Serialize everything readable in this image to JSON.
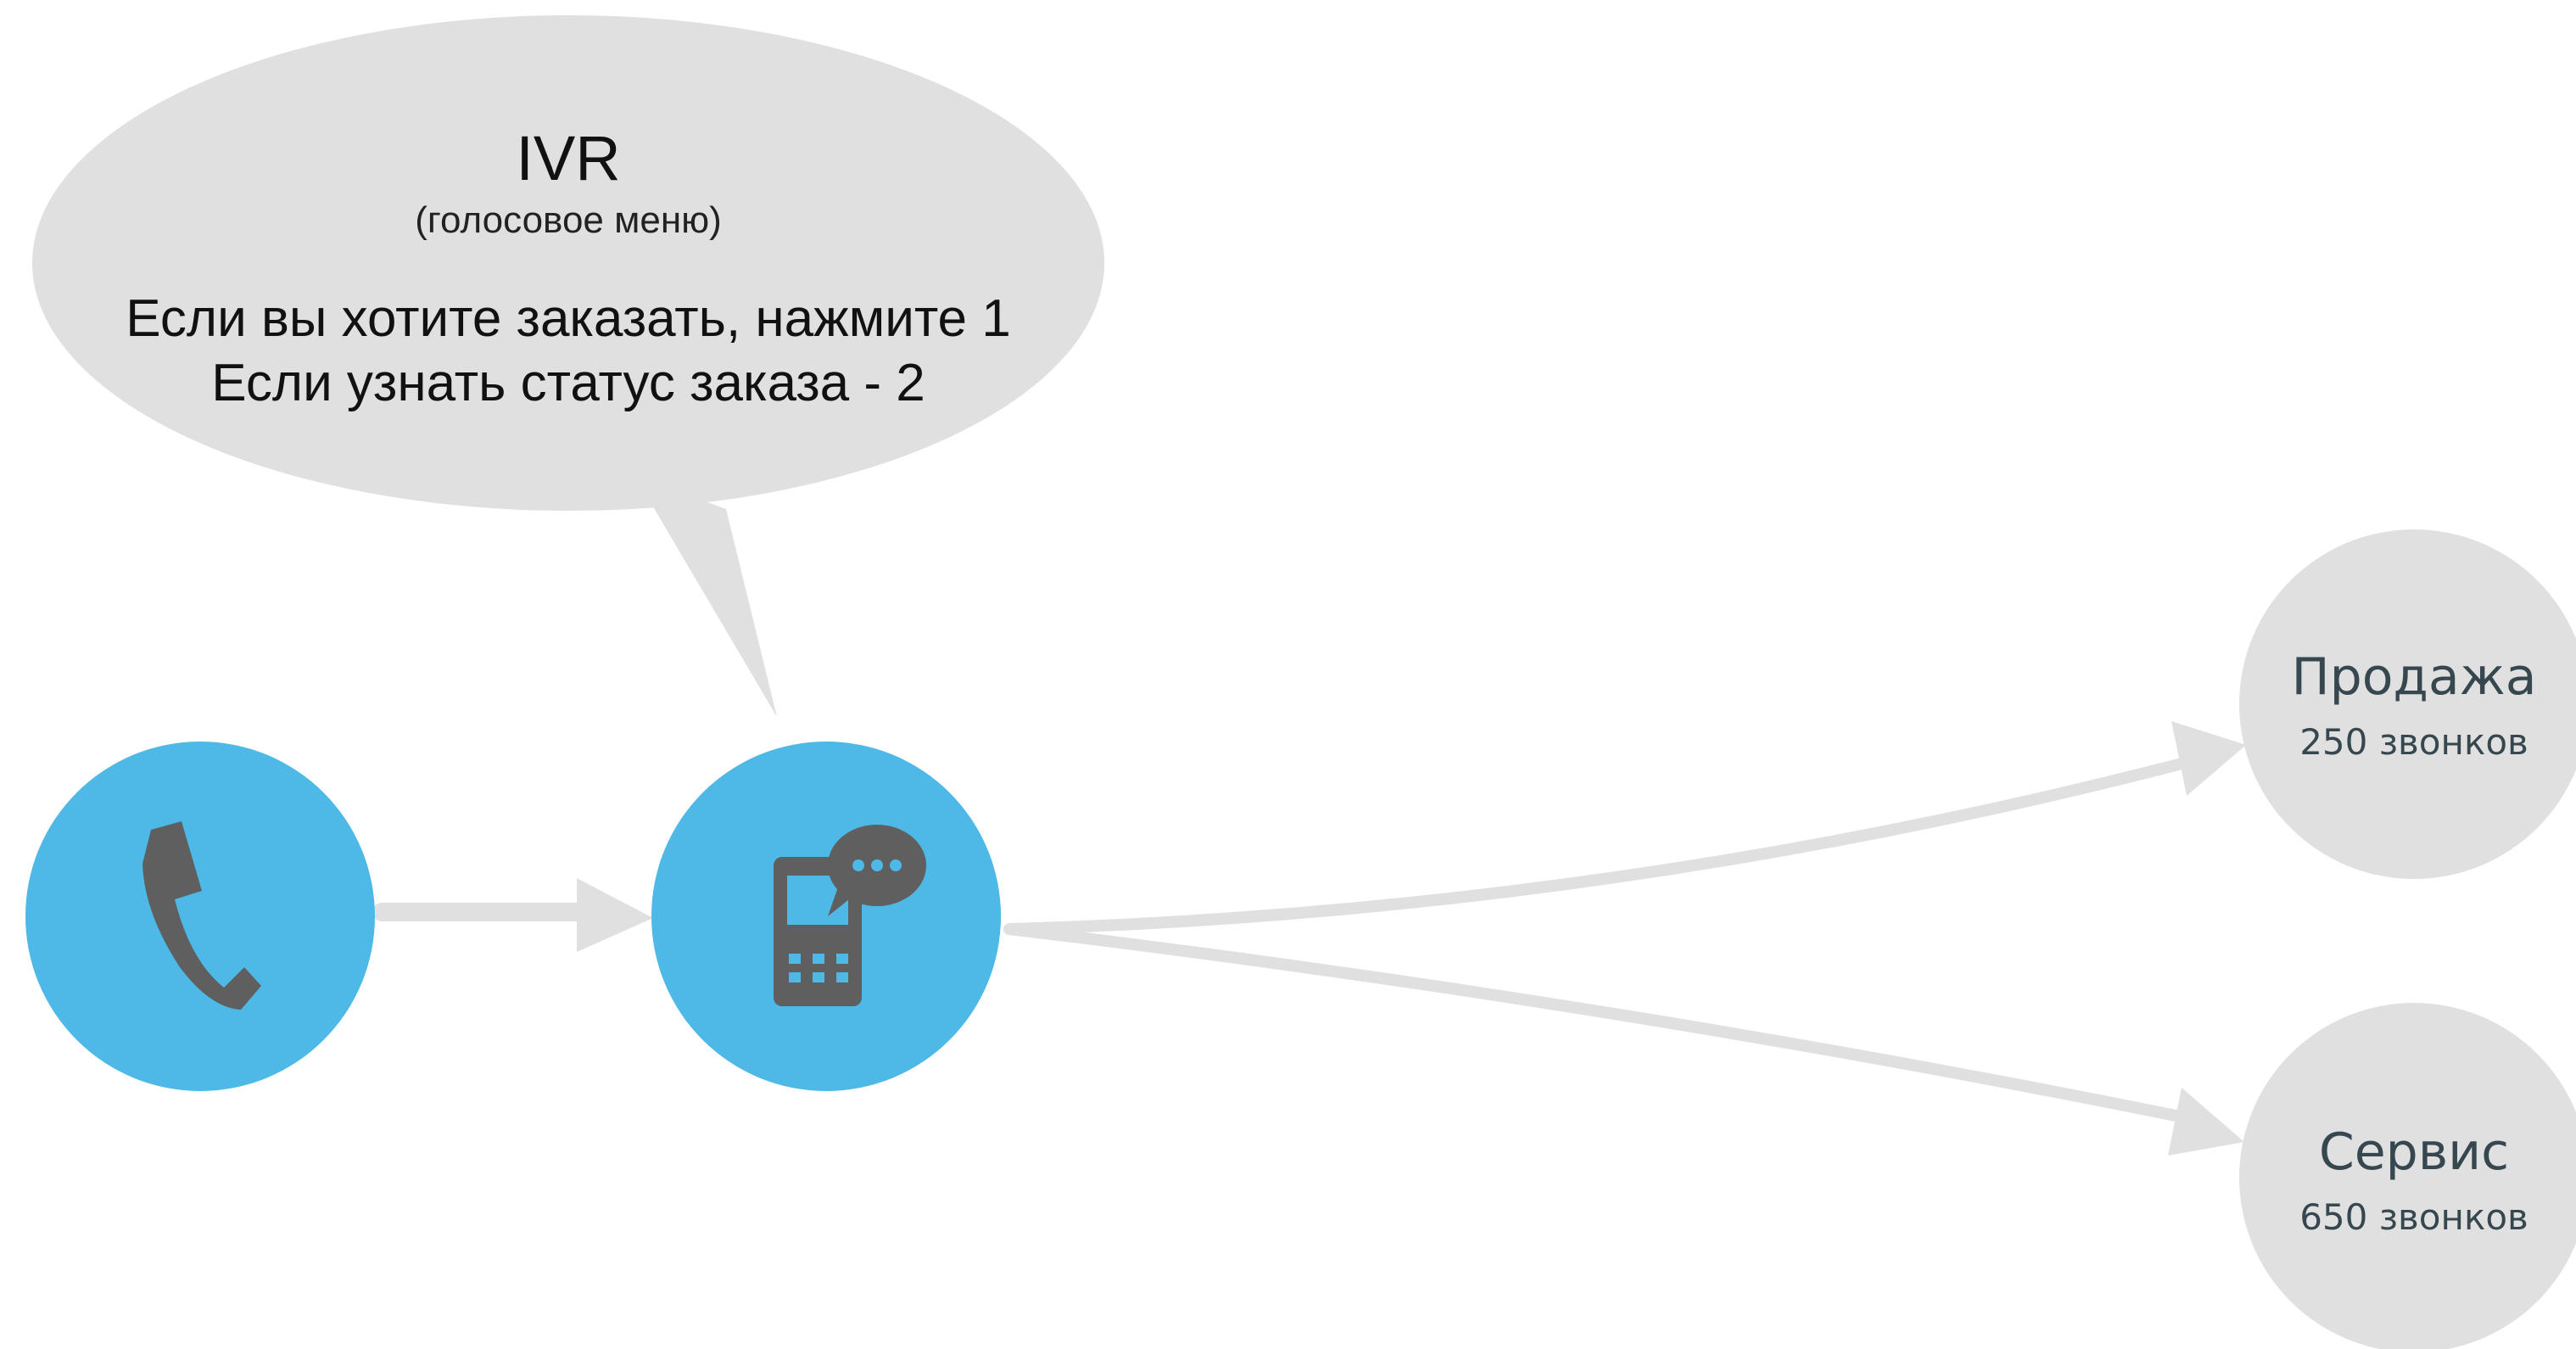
{
  "ivr_bubble": {
    "title": "IVR",
    "subtitle": "(голосовое меню)",
    "lines": [
      "Если вы хотите заказать, нажмите 1",
      "Если узнать статус заказа - 2"
    ]
  },
  "nodes": {
    "caller": {
      "icon": "phone-handset-icon"
    },
    "ivr": {
      "icon": "mobile-chat-icon"
    },
    "sales": {
      "name": "Продажа",
      "count": "250 звонков"
    },
    "service": {
      "name": "Сервис",
      "count": "650 звонков"
    }
  },
  "colors": {
    "node_blue": "#4eb9e6",
    "node_grey": "#e0e0e0",
    "bubble": "#e0e0e0",
    "icon": "#5f5f5f",
    "arrow": "#e0e0e0"
  }
}
